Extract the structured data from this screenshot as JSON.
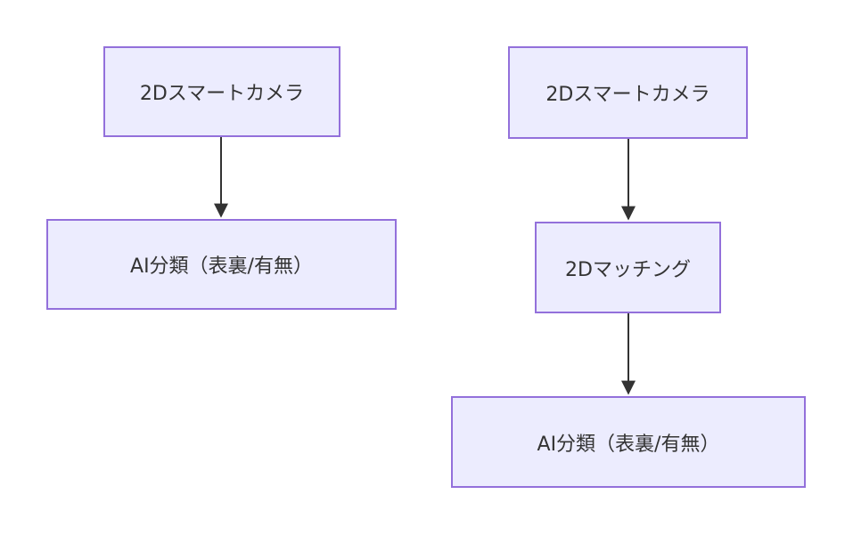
{
  "colors": {
    "node_fill": "#ececfe",
    "node_border": "#9370db",
    "edge": "#333333",
    "text": "#333333"
  },
  "diagram": {
    "left_flow": {
      "nodes": [
        {
          "label": "2Dスマートカメラ"
        },
        {
          "label": "AI分類（表裏/有無）"
        }
      ]
    },
    "right_flow": {
      "nodes": [
        {
          "label": "2Dスマートカメラ"
        },
        {
          "label": "2Dマッチング"
        },
        {
          "label": "AI分類（表裏/有無）"
        }
      ]
    }
  }
}
